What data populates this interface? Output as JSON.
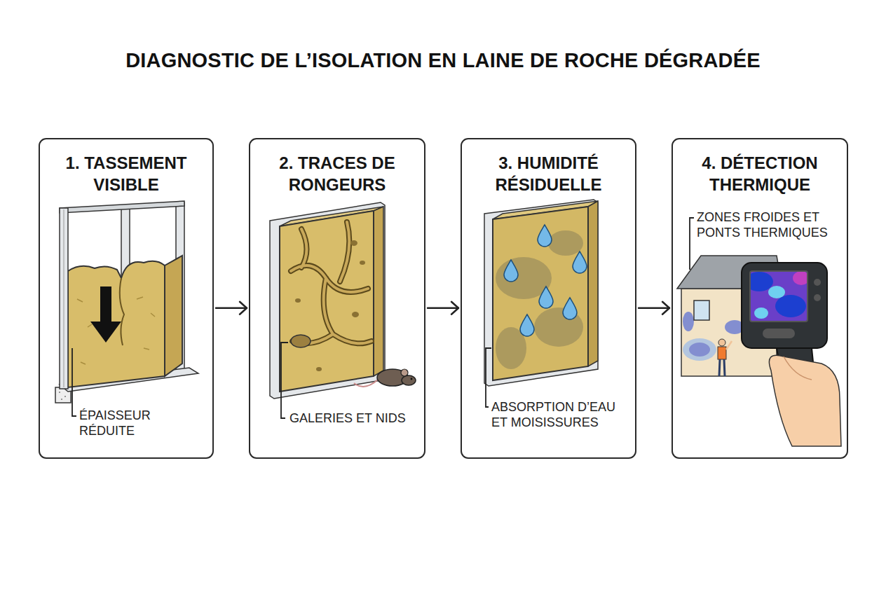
{
  "diagram": {
    "title": "DIAGNOSTIC DE L’ISOLATION EN LAINE DE ROCHE DÉGRADÉE",
    "nodes": [
      {
        "text": [
          "1. TASSEMENT VISIBLE",
          "ÉPAISSEUR RÉDUITE"
        ]
      },
      {
        "text": [
          "2. TRACES DE RONGEURS",
          "GALERIES ET NIDS"
        ]
      },
      {
        "text": [
          "3. HUMIDITÉ RÉSIDUELLE",
          "ABSORPTION D’EAU ET MOISISSURES"
        ]
      },
      {
        "text": [
          "4. DÉTECTION THERMIQUE",
          "ZONES FROIDES ET PONTS THERMIQUES"
        ]
      }
    ],
    "edges": [
      {
        "from": 0,
        "to": 1,
        "arrow": "to"
      },
      {
        "from": 1,
        "to": 2,
        "arrow": "to"
      },
      {
        "from": 2,
        "to": 3,
        "arrow": "to"
      }
    ]
  }
}
